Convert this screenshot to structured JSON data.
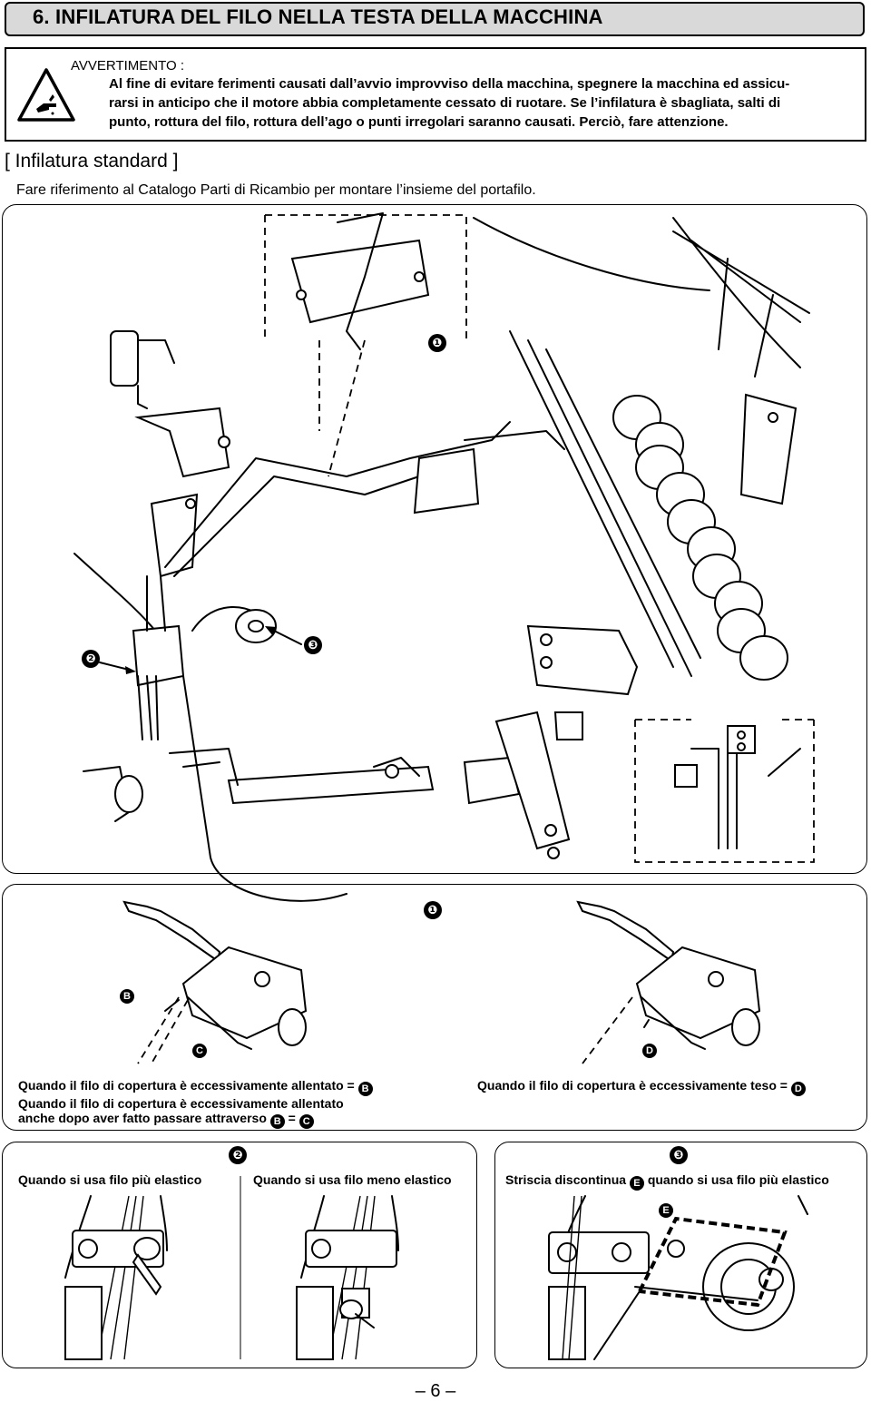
{
  "header": {
    "title": "6. INFILATURA DEL FILO NELLA TESTA DELLA MACCHINA"
  },
  "warning": {
    "label": "AVVERTIMENTO :",
    "line1": "Al fine di evitare ferimenti causati dall’avvio improvviso della macchina, spegnere la macchina ed assicu-",
    "line2": "rarsi in anticipo che il motore abbia completamente cessato di ruotare. Se l’infilatura è sbagliata, salti di",
    "line3": "punto, rottura del filo, rottura dell’ago o punti irregolari saranno causati. Perciò, fare attenzione.",
    "icon": "hand-caution-icon"
  },
  "section": {
    "heading": "[ Infilatura standard ]",
    "reference": "Fare riferimento al Catalogo Parti di Ricambio per montare l’insieme del portafilo."
  },
  "main_diagram": {
    "marker_1": "❶",
    "marker_2": "❷",
    "marker_3": "❸"
  },
  "panel_1": {
    "marker": "❶",
    "label_B": "B",
    "label_C": "C",
    "label_D": "D",
    "cap_left_1": "Quando il filo di copertura è eccessivamente allentato =",
    "cap_left_2": "Quando il filo di copertura è eccessivamente allentato",
    "cap_left_3a": "anche dopo aver fatto passare attraverso",
    "cap_left_3b": "=",
    "cap_right": "Quando il filo di copertura è eccessivamente teso ="
  },
  "panel_2": {
    "marker": "❷",
    "cap_left": "Quando si usa filo più elastico",
    "cap_right": "Quando si usa filo meno elastico"
  },
  "panel_3": {
    "marker": "❸",
    "label_E": "E",
    "cap_a": "Striscia discontinua",
    "cap_b": "quando si usa filo più elastico"
  },
  "footer": {
    "page": "– 6 –"
  }
}
